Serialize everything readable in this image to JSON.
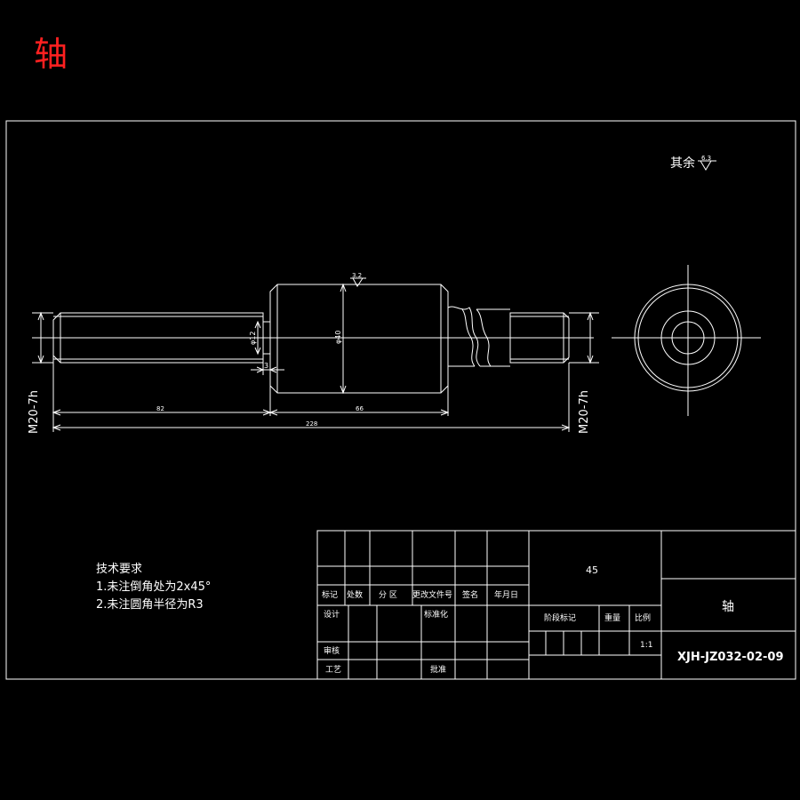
{
  "page_title": "轴",
  "roughness_note": {
    "prefix": "其余",
    "value": "6.3"
  },
  "part_roughness": "3.2",
  "dimensions": {
    "left_thread": "M20-7h",
    "right_thread": "M20-7h",
    "small_diameter": "φ12",
    "large_diameter": "φ40",
    "step": "3",
    "len_82": "82",
    "len_66": "66",
    "len_total": "228"
  },
  "tech_requirements": {
    "heading": "技术要求",
    "items": [
      "1.未注倒角处为2x45°",
      "2.未注圆角半径为R3"
    ]
  },
  "title_block": {
    "material": "45",
    "part_name": "轴",
    "drawing_no": "XJH-JZ032-02-09",
    "scale": "1:1",
    "headers": {
      "mark": "标记",
      "count": "处数",
      "zone": "分 区",
      "change_doc": "更改文件号",
      "sign": "签名",
      "date": "年月日",
      "design": "设计",
      "standard": "标准化",
      "review": "审核",
      "process": "工艺",
      "approve": "批准",
      "stage_mark": "阶段标记",
      "weight": "重量",
      "ratio": "比例"
    }
  },
  "colors": {
    "background": "#000000",
    "line": "#ffffff",
    "title": "#ff0000"
  }
}
